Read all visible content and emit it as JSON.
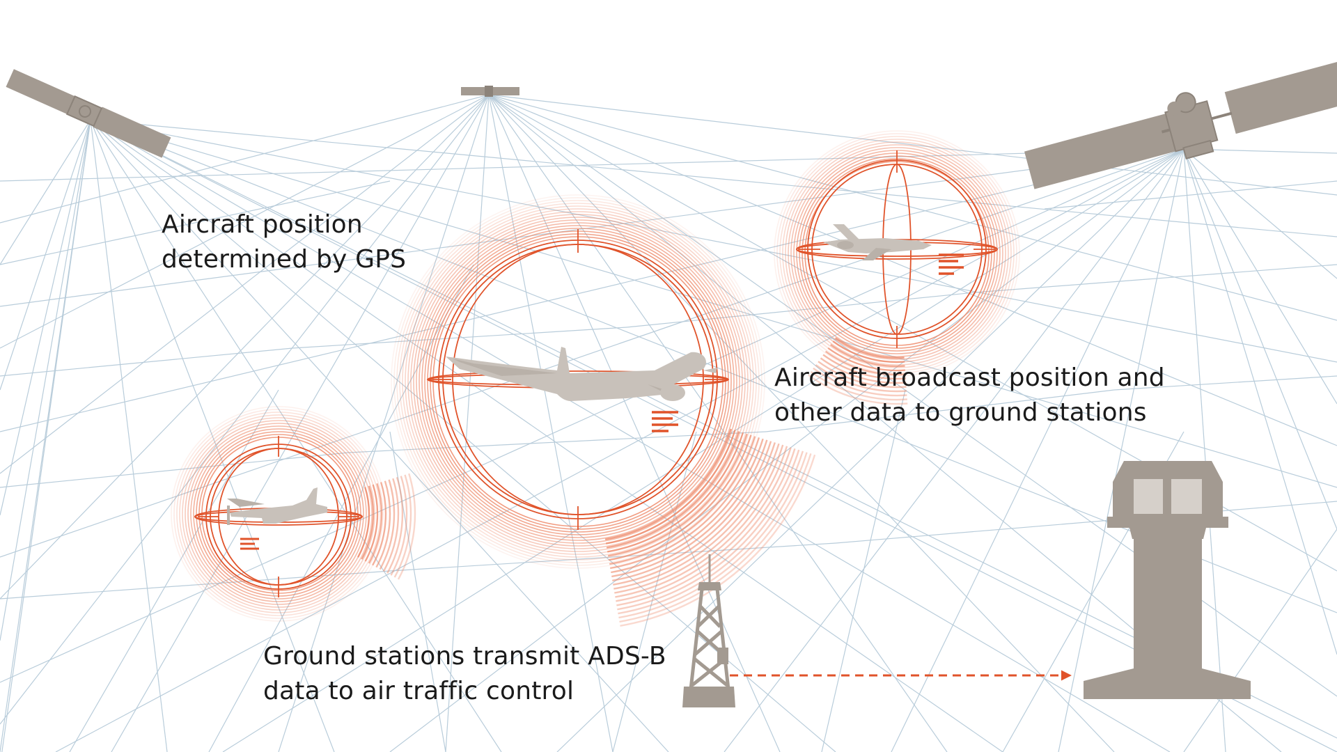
{
  "captions": {
    "gps": [
      "Aircraft position",
      "determined by GPS"
    ],
    "broadcast": [
      "Aircraft broadcast position and",
      "other data to ground stations"
    ],
    "ground": [
      "Ground stations transmit ADS-B",
      "data to air traffic control"
    ]
  },
  "colors": {
    "background": "#ffffff",
    "signal_orange": "#e0532a",
    "halo_orange": "#ee8a6a",
    "gray": "#a39a91",
    "light_gray": "#c8c1ba",
    "grid_blue": "#b8ccda",
    "text": "#1a1a1a"
  },
  "icons": [
    "satellite-icon",
    "airplane-icon",
    "radio-mast-icon",
    "control-tower-icon",
    "data-symbol-icon"
  ]
}
